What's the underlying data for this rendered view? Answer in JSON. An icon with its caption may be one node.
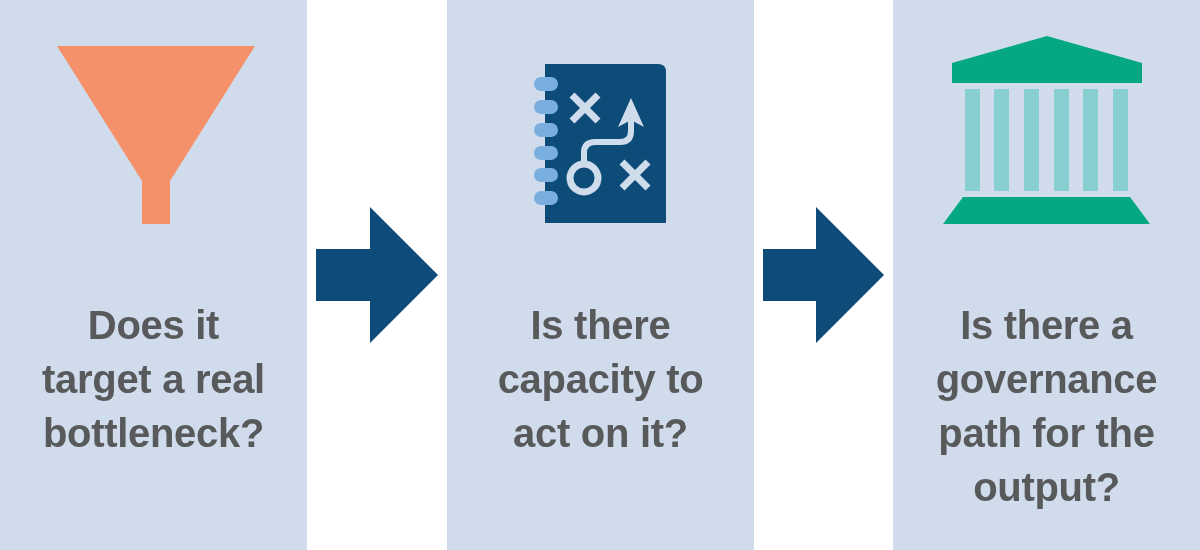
{
  "diagram": {
    "nodes": [
      {
        "text": [
          "Does it target a real bottleneck?"
        ]
      },
      {
        "text": [
          "Is there capacity to act on it?"
        ]
      },
      {
        "text": [
          "Is there a governance path for the output?"
        ]
      }
    ],
    "edges": [
      {
        "from": 0,
        "to": 1,
        "arrow": "to"
      },
      {
        "from": 1,
        "to": 2,
        "arrow": "to"
      }
    ]
  }
}
